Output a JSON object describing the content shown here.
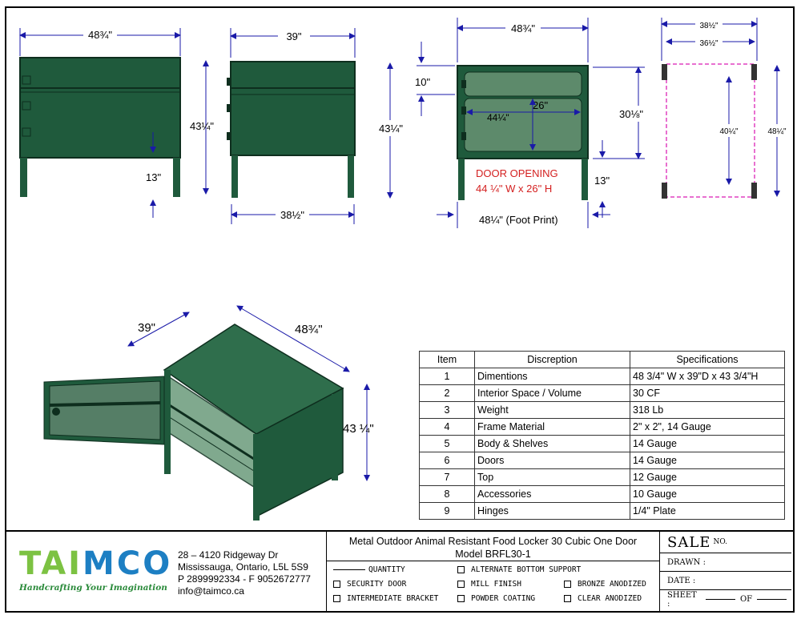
{
  "drawing": {
    "front_width": "48¾\"",
    "front_height": "43¼\"",
    "front_leg": "13\"",
    "side_width": "39\"",
    "side_height": "43¼\"",
    "side_foot": "38½\"",
    "open_width": "48¾\"",
    "open_top": "10\"",
    "open_inner": "26\"",
    "open_span": "44¼\"",
    "open_height": "30⅛\"",
    "open_leg": "13\"",
    "door_opening_line1": "DOOR OPENING",
    "door_opening_line2": "44 ¼\" W x 26\" H",
    "foot_print": "48¼\" (Foot Print)",
    "plan_w1": "38½\"",
    "plan_w2": "36½\"",
    "plan_d1": "40¼\"",
    "plan_d2": "48¼\"",
    "iso_depth": "39\"",
    "iso_width": "48¾\"",
    "iso_height": "43 ¼\""
  },
  "specs": {
    "headers": [
      "Item",
      "Discreption",
      "Specifications"
    ],
    "rows": [
      [
        "1",
        "Dimentions",
        "48 3/4\" W x 39\"D x 43 3/4\"H"
      ],
      [
        "2",
        "Interior Space / Volume",
        "30 CF"
      ],
      [
        "3",
        "Weight",
        "318 Lb"
      ],
      [
        "4",
        "Frame Material",
        "2\" x 2\", 14 Gauge"
      ],
      [
        "5",
        "Body & Shelves",
        "14 Gauge"
      ],
      [
        "6",
        "Doors",
        "14 Gauge"
      ],
      [
        "7",
        "Top",
        "12 Gauge"
      ],
      [
        "8",
        "Accessories",
        "10 Gauge"
      ],
      [
        "9",
        "Hinges",
        "1/4\" Plate"
      ]
    ]
  },
  "company": {
    "logo": "TAIMCO",
    "tagline": "Handcrafting Your Imagination",
    "address1": "28 – 4120 Ridgeway Dr",
    "address2": "Mississauga, Ontario, L5L 5S9",
    "phone": "P 2899992334 - F 9052672777",
    "email": "info@taimco.ca"
  },
  "title": {
    "line1": "Metal Outdoor Animal Resistant Food Locker 30 Cubic One Door",
    "line2": "Model BRFL30-1"
  },
  "options": {
    "quantity": "QUANTITY",
    "security_door": "SECURITY DOOR",
    "intermediate_bracket": "INTERMEDIATE BRACKET",
    "alternate_bottom_support": "ALTERNATE BOTTOM SUPPORT",
    "mill_finish": "MILL FINISH",
    "powder_coating": "POWDER COATING",
    "bronze_anodized": "BRONZE ANODIZED",
    "clear_anodized": "CLEAR ANODIZED"
  },
  "sale_block": {
    "sale": "SALE",
    "no": "NO.",
    "drawn": "DRAWN :",
    "date": "DATE :",
    "sheet": "SHEET :",
    "of": "OF"
  },
  "colors": {
    "locker_green": "#1f5a3c",
    "dim_blue": "#1a1aa8",
    "door_red": "#d42020",
    "plan_pink": "#e040c0"
  }
}
